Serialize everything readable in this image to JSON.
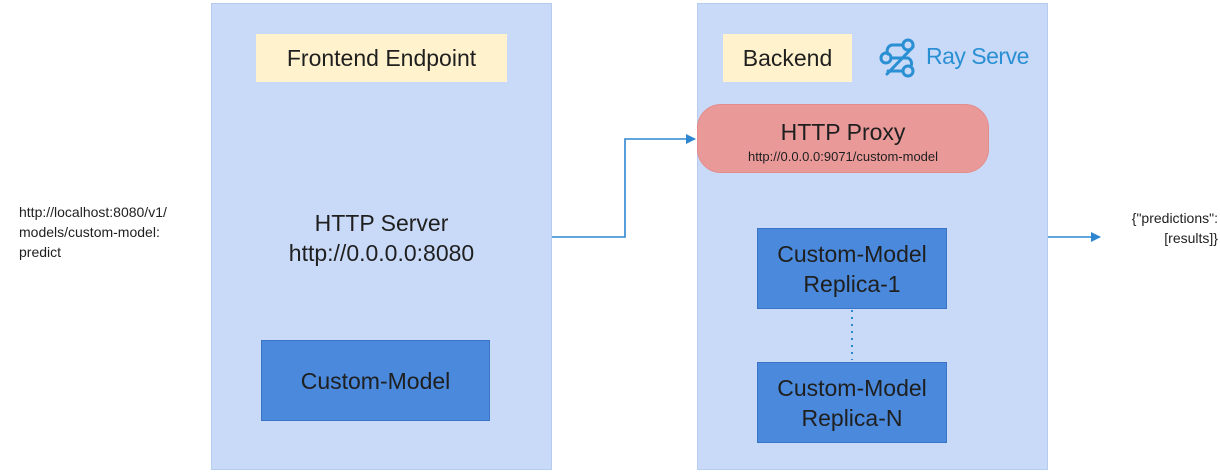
{
  "frontend": {
    "label": "Frontend Endpoint",
    "server_title": "HTTP Server",
    "server_url": "http://0.0.0.0:8080",
    "model_label": "Custom-Model"
  },
  "backend": {
    "label": "Backend",
    "logo_text": "Ray Serve",
    "proxy_title": "HTTP Proxy",
    "proxy_url": "http://0.0.0.0:9071/custom-model",
    "replicas": [
      {
        "line1": "Custom-Model",
        "line2": "Replica-1"
      },
      {
        "line1": "Custom-Model",
        "line2": "Replica-N"
      }
    ]
  },
  "request": {
    "lines": [
      "http://localhost:8080/v1/",
      "models/custom-model:",
      "predict"
    ]
  },
  "response": {
    "lines": [
      "{\"predictions\":",
      "[results]}"
    ]
  },
  "colors": {
    "panel": "#c9daf8",
    "tag": "#fff2cc",
    "proxy": "#ea9999",
    "model": "#4a89dc",
    "connector": "#2e86d1",
    "logo": "#2a8fd3"
  }
}
